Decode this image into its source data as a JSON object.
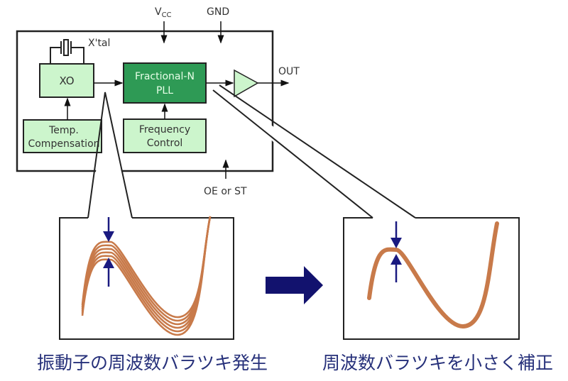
{
  "diagram": {
    "pins": {
      "vcc_main": "V",
      "vcc_sub": "CC",
      "gnd": "GND",
      "out": "OUT",
      "oe": "OE or ST"
    },
    "blocks": {
      "crystal_label": "X'tal",
      "xo": "XO",
      "pll_line1": "Fractional-N",
      "pll_line2": "PLL",
      "temp_line1": "Temp.",
      "temp_line2": "Compensation",
      "freq_line1": "Frequency",
      "freq_line2": "Control"
    },
    "captions": {
      "left": "振動子の周波数バラツキ発生",
      "right": "周波数バラツキを小さく補正"
    },
    "colors": {
      "block_light": "#ccf5cc",
      "block_dark": "#2e9a55",
      "curve": "#c87a4a",
      "arrow_blue": "#1a1a80",
      "caption": "#26307a"
    },
    "insets": [
      {
        "name": "before",
        "curve_count": 6,
        "description": "frequency-temperature spread (large)"
      },
      {
        "name": "after",
        "curve_count": 1,
        "description": "frequency-temperature spread (corrected)"
      }
    ]
  }
}
